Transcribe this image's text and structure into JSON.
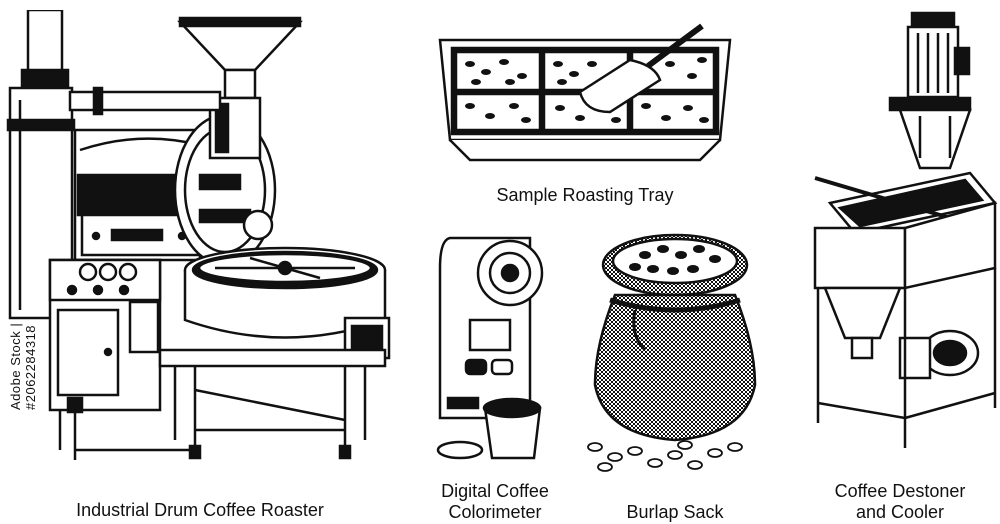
{
  "captions": {
    "roaster": "Industrial Drum Coffee Roaster",
    "tray": "Sample Roasting Tray",
    "colorimeter_line1": "Digital Coffee",
    "colorimeter_line2": "Colorimeter",
    "sack": "Burlap Sack",
    "destoner_line1": "Coffee Destoner",
    "destoner_line2": "and Cooler"
  },
  "watermark": "Adobe Stock | #2062284318"
}
